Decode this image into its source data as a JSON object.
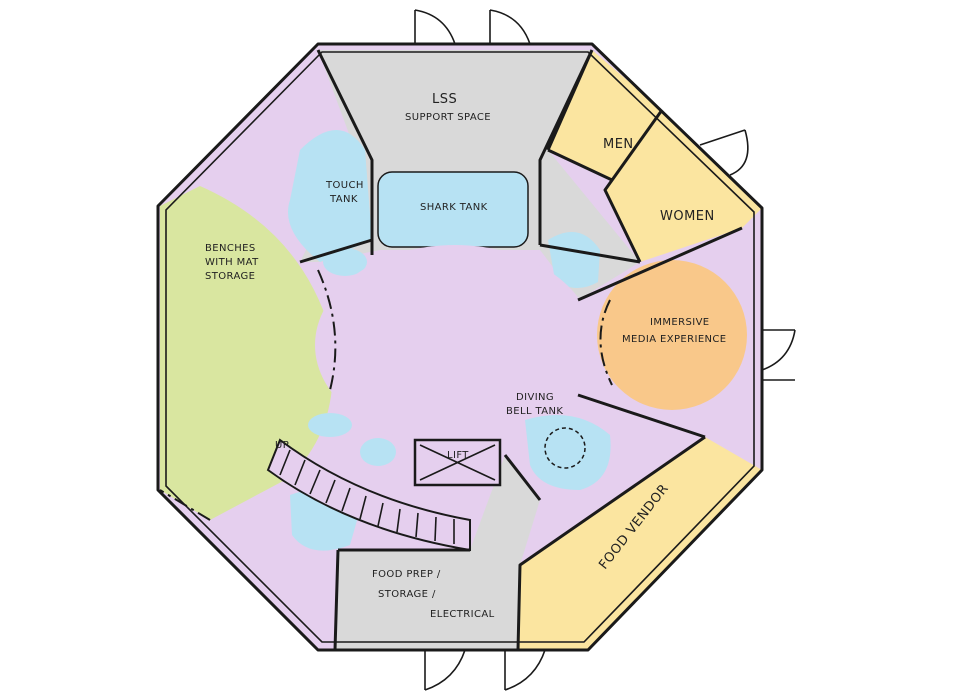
{
  "colors": {
    "gray": "#d9d9d9",
    "purple": "#e5cfee",
    "blue": "#b7e2f3",
    "yellow": "#fbe5a0",
    "green": "#d9e6a0",
    "orange": "#f9c88a"
  },
  "labels": {
    "lss": "LSS",
    "support_space": "SUPPORT SPACE",
    "men": "MEN",
    "women": "WOMEN",
    "touch_1": "TOUCH",
    "touch_2": "TANK",
    "shark_tank": "SHARK TANK",
    "benches_1": "BENCHES",
    "benches_2": "WITH MAT",
    "benches_3": "STORAGE",
    "immersive_1": "IMMERSIVE",
    "immersive_2": "MEDIA EXPERIENCE",
    "diving_1": "DIVING",
    "diving_2": "BELL TANK",
    "lift": "LIFT",
    "up": "UP",
    "food_vendor": "FOOD VENDOR",
    "food_prep_1": "FOOD PREP /",
    "food_prep_2": "STORAGE /",
    "food_prep_3": "ELECTRICAL"
  }
}
